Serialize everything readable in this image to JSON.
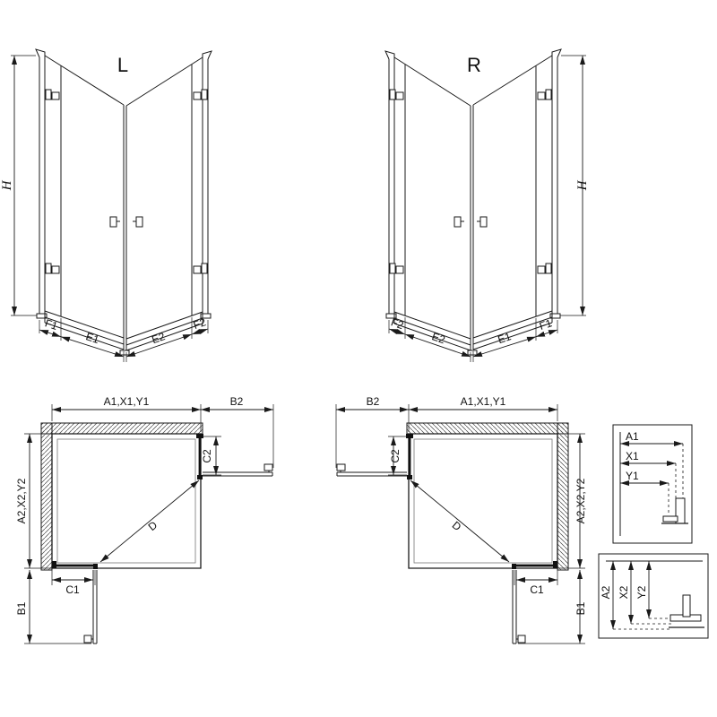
{
  "drawing_title": "corner shower enclosure technical drawing",
  "colors": {
    "line_color": "#1a1a1a",
    "background": "#ffffff"
  },
  "views": {
    "cab_left": {
      "title": "L",
      "height_dim": "H",
      "bottom_dims": [
        "F1",
        "E1",
        "E2",
        "F2"
      ]
    },
    "cab_right": {
      "title": "R",
      "height_dim": "H",
      "bottom_dims": [
        "F2",
        "E2",
        "E1",
        "F1"
      ]
    },
    "plan_left": {
      "width_dim": "A1,X1,Y1",
      "door_side_dim": "B2",
      "depth_dim": "A2,X2,Y2",
      "fixed_side_dim": "C2",
      "fixed_bottom_dim": "C1",
      "door_bottom_dim": "B1",
      "diagonal_dim": "D"
    },
    "plan_right": {
      "width_dim": "A1,X1,Y1",
      "door_side_dim": "B2",
      "depth_dim": "A2,X2,Y2",
      "fixed_side_dim": "C2",
      "fixed_bottom_dim": "C1",
      "door_bottom_dim": "B1",
      "diagonal_dim": "D"
    },
    "detail_width": {
      "dims": [
        "A1",
        "X1",
        "Y1"
      ]
    },
    "detail_depth": {
      "dims": [
        "A2",
        "X2",
        "Y2"
      ]
    }
  }
}
